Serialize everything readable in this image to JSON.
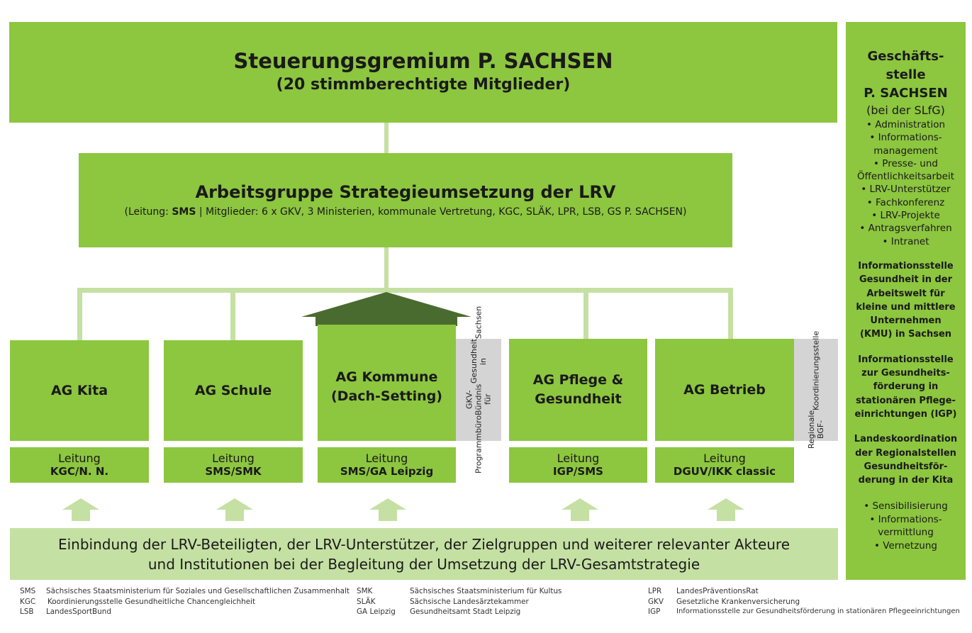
{
  "top": {
    "title": "Steuerungsgremium P. SACHSEN",
    "subtitle": "(20 stimmberechtigte Mitglieder)"
  },
  "workgroup": {
    "title": "Arbeitsgruppe Strategieumsetzung der LRV",
    "sub_prefix": "(Leitung: ",
    "sub_lead": "SMS",
    "sub_rest": " | Mitglieder: 6 x GKV, 3 Ministerien, kommunale Vertretung, KGC, SLÄK, LPR, LSB, GS P. SACHSEN)"
  },
  "ags": [
    {
      "name": "AG Kita",
      "lead_label": "Leitung",
      "lead": "KGC/N. N."
    },
    {
      "name": "AG Schule",
      "lead_label": "Leitung",
      "lead": "SMS/SMK"
    },
    {
      "name": "AG Kommune",
      "name2": "(Dach-Setting)",
      "lead_label": "Leitung",
      "lead": "SMS/GA Leipzig"
    },
    {
      "name": "AG Pflege &",
      "name2": "Gesundheit",
      "lead_label": "Leitung",
      "lead": "IGP/SMS"
    },
    {
      "name": "AG Betrieb",
      "lead_label": "Leitung",
      "lead": "DGUV/IKK classic"
    }
  ],
  "side_labels": {
    "kommune_line1": "Programmbüro",
    "kommune_line2": "GKV-Bündnis für",
    "kommune_line3": "Gesundheit in",
    "kommune_line4": "Sachsen",
    "betrieb_line1": "Regionale BGF-",
    "betrieb_line2": "Koordinierungsstelle"
  },
  "base": {
    "line1": "Einbindung der LRV-Beteiligten, der LRV-Unterstützer, der Zielgruppen und weiterer relevanter Akteure",
    "line2": "und Institutionen bei der Begleitung der Umsetzung der LRV-Gesamtstrategie"
  },
  "sidebar": {
    "head1": "Geschäfts-",
    "head2": "stelle",
    "head3": "P. SACHSEN",
    "sub": "(bei der SLfG)",
    "items": [
      "• Administration",
      "• Informations-",
      "management",
      "• Presse- und",
      "Öffentlichkeitsarbeit",
      "• LRV-Unterstützer",
      "• Fachkonferenz",
      "• LRV-Projekte",
      "• Antragsverfahren",
      "• Intranet"
    ],
    "block1": [
      "Informationsstelle",
      "Gesundheit in der",
      "Arbeitswelt für",
      "kleine und mittlere",
      "Unternehmen",
      "(KMU) in Sachsen"
    ],
    "block2": [
      "Informationsstelle",
      "zur Gesundheits-",
      "förderung in",
      "stationären Pflege-",
      "einrichtungen (IGP)"
    ],
    "block3": [
      "Landeskoordination",
      "der Regionalstellen",
      "Gesundheitsför-",
      "derung in der Kita"
    ],
    "bottom": [
      "• Sensibilisierung",
      "• Informations-",
      "vermittlung",
      "• Vernetzung"
    ]
  },
  "legend": [
    {
      "abbr": "SMS",
      "text": "Sächsisches Staatsministerium für Soziales und Gesellschaftlichen Zusammenhalt"
    },
    {
      "abbr": "KGC",
      "text": "Koordinierungsstelle Gesundheitliche Chancengleichheit"
    },
    {
      "abbr": "LSB",
      "text": "LandesSportBund"
    },
    {
      "abbr": "SMK",
      "text": "Sächsisches Staatsministerium für Kultus"
    },
    {
      "abbr": "SLÄK",
      "text": "Sächsische Landesärztekammer"
    },
    {
      "abbr": "GA Leipzig",
      "text": "Gesundheitsamt Stadt Leipzig"
    },
    {
      "abbr": "LPR",
      "text": "LandesPräventionsRat"
    },
    {
      "abbr": "GKV",
      "text": "Gesetzliche Krankenversicherung"
    },
    {
      "abbr": "IGP",
      "text": "Informationsstelle zur Gesundheitsförderung in stationären Pflegeeinrichtungen"
    }
  ],
  "colors": {
    "green": "#8dc63f",
    "light_green": "#c5e0a3",
    "roof": "#4a6b2f",
    "gray": "#d4d4d4"
  }
}
